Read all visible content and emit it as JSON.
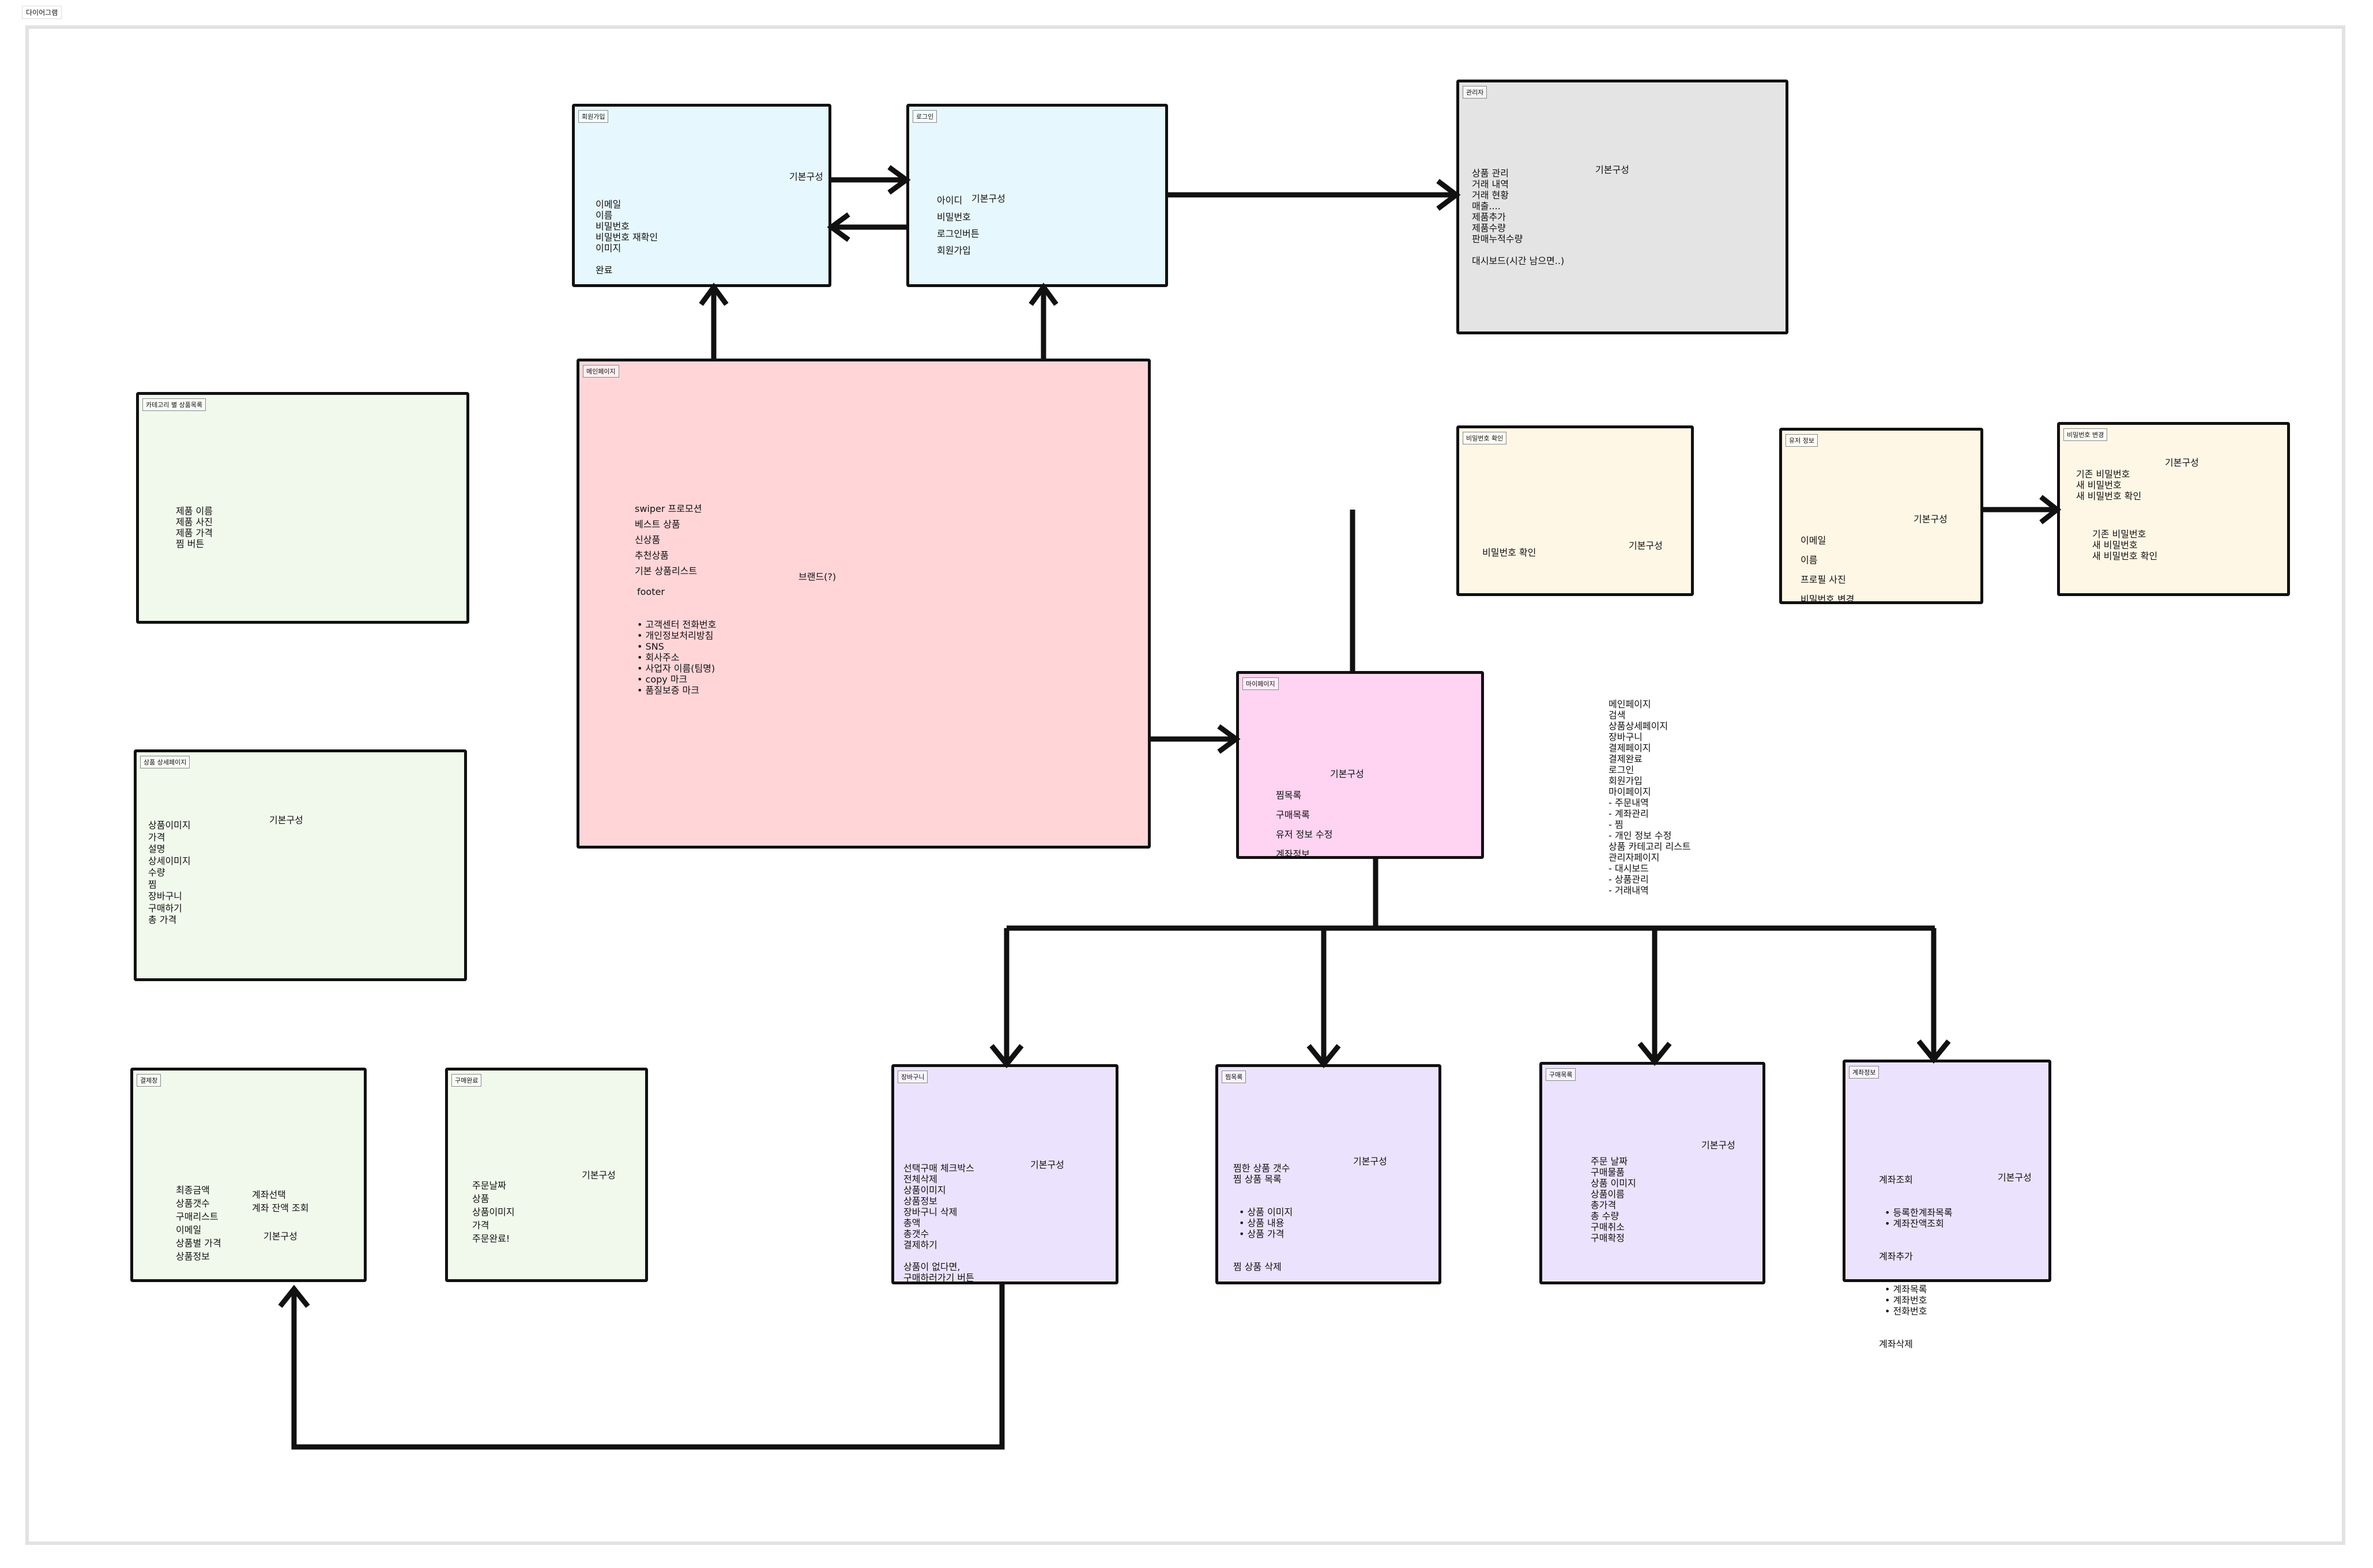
{
  "page": {
    "tab_label": "다이어그램"
  },
  "common_label": "기본구성",
  "boxes": {
    "signup": {
      "title": "회원가입",
      "items": [
        "이메일",
        "이름",
        "비밀번호",
        "비밀번호 재확인",
        "이미지"
      ],
      "extra": "완료"
    },
    "login": {
      "title": "로그인",
      "items": [
        "아이디",
        "비밀번호",
        "로그인버튼",
        "회원가입"
      ]
    },
    "admin": {
      "title": "관리자",
      "items": [
        "상품 관리",
        "거래 내역",
        "거래 현황",
        "매출....",
        "제품추가",
        "제품수량",
        "판매누적수량"
      ],
      "extra": "대시보드(시간 남으면..)"
    },
    "main": {
      "title": "메인페이지",
      "items": [
        "swiper 프로모션",
        "베스트 상품",
        "신상품",
        "추천상품",
        "기본 상품리스트"
      ],
      "footer_label": "footer",
      "footer_items": [
        "고객센터 전화번호",
        "개인정보처리방침",
        "SNS",
        "회사주소",
        "사업자 이름(팀명)",
        "copy 마크",
        "품질보증 마크"
      ],
      "brand": "브랜드(?)"
    },
    "category": {
      "title": "카테고리 별 상품목록",
      "items": [
        "제품 이름",
        "제품 사진",
        "제품 가격",
        "찜 버튼"
      ]
    },
    "detail": {
      "title": "상품 상세페이지",
      "items": [
        "상품이미지",
        "가격",
        "설명",
        "상세이미지",
        "수량",
        "찜",
        "장바구니",
        "구매하기",
        "총 가격"
      ]
    },
    "pwcheck": {
      "title": "비밀번호 확인",
      "items": [
        "비밀번호 확인"
      ]
    },
    "userinfo": {
      "title": "유저 정보",
      "items": [
        "이메일",
        "이름",
        "프로필 사진",
        "비밀번호 변경"
      ]
    },
    "pwchange": {
      "title": "비밀번호 변경",
      "items_a": [
        "기존 비밀번호",
        "새 비밀번호",
        "새 비밀번호 확인"
      ],
      "items_b": [
        "기존 비밀번호",
        "새 비밀번호",
        "새 비밀번호 확인"
      ]
    },
    "mypage": {
      "title": "마이페이지",
      "items": [
        "찜목록",
        "구매목록",
        "유저 정보 수정",
        "계좌정보"
      ]
    },
    "payment": {
      "title": "결제창",
      "items": [
        "최종금액",
        "상품갯수",
        "구매리스트",
        "이메일",
        "상품별 가격",
        "상품정보"
      ],
      "items_b": [
        "계좌선택",
        "계좌 잔액 조회"
      ]
    },
    "complete": {
      "title": "구매완료",
      "items": [
        "주문날짜",
        "상품",
        "상품이미지",
        "가격",
        "주문완료!"
      ]
    },
    "cart": {
      "title": "장바구니",
      "items": [
        "선택구매 체크박스",
        "전체삭제",
        "상품이미지",
        "상품정보",
        "장바구니 삭제",
        "총액",
        "총갯수",
        "결제하기"
      ],
      "empty": [
        "상품이 없다면,",
        "구매하러가기 버튼"
      ]
    },
    "wishlist": {
      "title": "찜목록",
      "items": [
        "찜한 상품 갯수",
        "찜 상품 목록"
      ],
      "sub": [
        "상품 이미지",
        "상품 내용",
        "상품 가격"
      ],
      "tail": "찜 상품 삭제"
    },
    "orders": {
      "title": "구매목록",
      "items": [
        "주문 날짜",
        "구매물품",
        "상품 이미지",
        "상품이름",
        "총가격",
        "총 수량",
        "구매취소",
        "구매확정"
      ]
    },
    "account": {
      "title": "계좌정보",
      "l1": "계좌조회",
      "l1_sub": [
        "등록한계좌목록",
        "계좌잔액조회"
      ],
      "l2": "계좌추가",
      "l2_sub": [
        "계좌목록",
        "계좌번호",
        "전화번호"
      ],
      "l3": "계좌삭제"
    }
  },
  "sitemap": [
    "메인페이지",
    "검색",
    "상품상세페이지",
    "장바구니",
    "결제페이지",
    "결제완료",
    "로그인",
    "회원가입",
    "마이페이지",
    "- 주문내역",
    "- 계좌관리",
    "- 찜",
    "- 개인 정보 수정",
    "상품 카테고리 리스트",
    "관리자페이지",
    "- 대시보드",
    "- 상품관리",
    "- 거래내역"
  ],
  "colors": {
    "blue": "#e6f7fd",
    "gray": "#e4e4e4",
    "pink": "#ffd5d8",
    "green": "#f1f9ec",
    "cream": "#fff7e6",
    "magenta": "#ffd3f2",
    "lavender": "#ebe3fe"
  }
}
